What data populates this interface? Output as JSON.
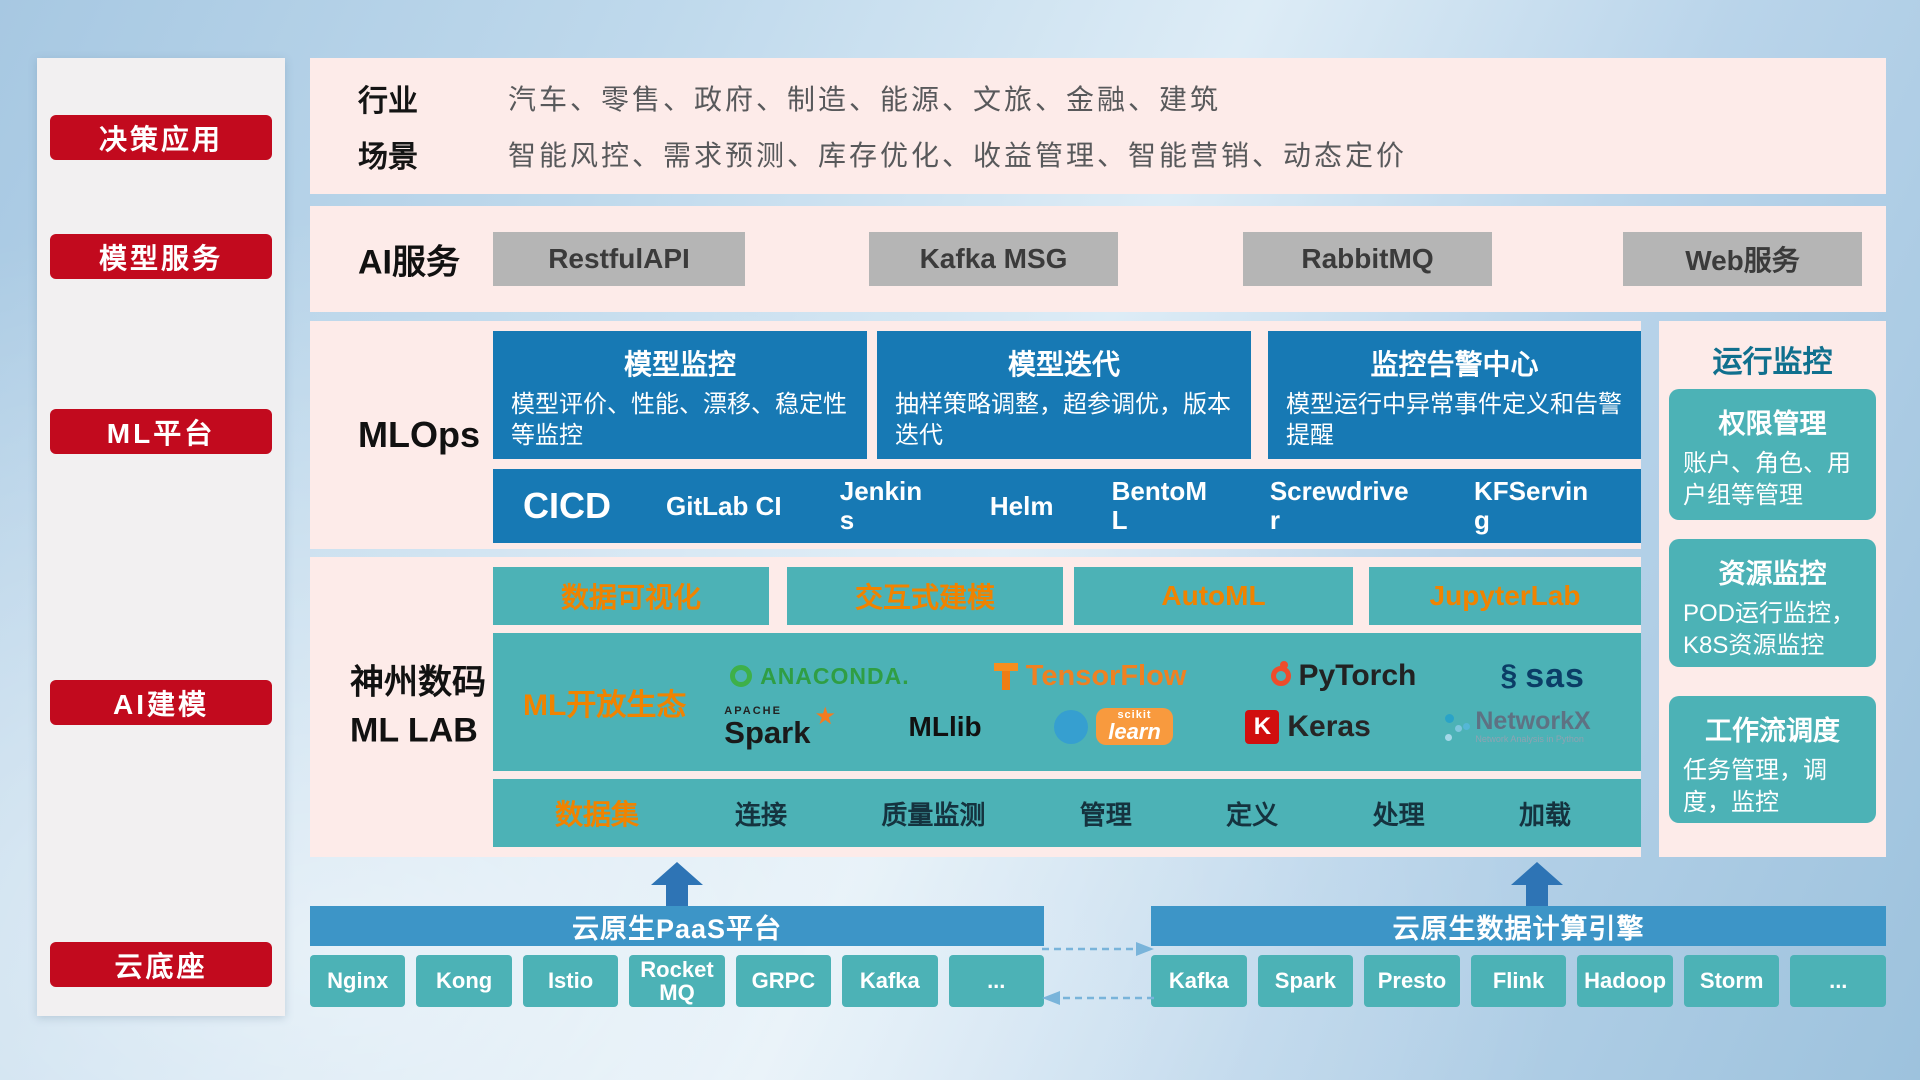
{
  "palette": {
    "red": "#c20a1e",
    "pink_panel": "#fdebe9",
    "blue_card": "#1779b4",
    "teal_card": "#4cb2b6",
    "orange_accent": "#f08300",
    "gray_button": "#b5b5b5",
    "bar_blue": "#3d95c7",
    "arrow_blue": "#2e74b5"
  },
  "icons": {
    "spark_star": "★",
    "sas_mark": "§"
  },
  "sidebar": {
    "items": [
      {
        "label": "决策应用"
      },
      {
        "label": "模型服务"
      },
      {
        "label": "ML平台"
      },
      {
        "label": "AI建模"
      },
      {
        "label": "云底座"
      }
    ]
  },
  "industry": {
    "rows": [
      {
        "label": "行业",
        "value": "汽车、零售、政府、制造、能源、文旅、金融、建筑"
      },
      {
        "label": "场景",
        "value": "智能风控、需求预测、库存优化、收益管理、智能营销、动态定价"
      }
    ]
  },
  "ai_service": {
    "label": "AI服务",
    "buttons": [
      "RestfulAPI",
      "Kafka MSG",
      "RabbitMQ",
      "Web服务"
    ]
  },
  "mlops": {
    "label": "MLOps",
    "cards": [
      {
        "title": "模型监控",
        "desc": "模型评价、性能、漂移、稳定性等监控"
      },
      {
        "title": "模型迭代",
        "desc": "抽样策略调整，超参调优，版本迭代"
      },
      {
        "title": "监控告警中心",
        "desc": "模型运行中异常事件定义和告警提醒"
      }
    ],
    "cicd_label": "CICD",
    "cicd_items": [
      "GitLab CI",
      "Jenkins",
      "Helm",
      "BentoML",
      "Screwdriver",
      "KFServing"
    ]
  },
  "mllab": {
    "label_line1": "神州数码",
    "label_line2": "ML LAB",
    "feature_buttons": [
      "数据可视化",
      "交互式建模",
      "AutoML",
      "JupyterLab"
    ],
    "ecosystem_label": "ML开放生态",
    "logos": {
      "anaconda": "ANACONDA.",
      "tensorflow": "TensorFlow",
      "pytorch": "PyTorch",
      "sas": "sas",
      "spark_small": "APACHE",
      "spark": "Spark",
      "mllib": "MLlib",
      "scikit_small": "scikit",
      "scikit": "learn",
      "keras_k": "K",
      "keras": "Keras",
      "networkx": "NetworkX",
      "networkx_sub": "Network Analysis in Python"
    },
    "dataset_label": "数据集",
    "dataset_items": [
      "连接",
      "质量监测",
      "管理",
      "定义",
      "处理",
      "加载"
    ]
  },
  "monitoring": {
    "title": "运行监控",
    "cards": [
      {
        "title": "权限管理",
        "desc": "账户、角色、用户组等管理"
      },
      {
        "title": "资源监控",
        "desc": "POD运行监控，K8S资源监控"
      },
      {
        "title": "工作流调度",
        "desc": "任务管理，调度，监控"
      }
    ]
  },
  "cloud": {
    "paas_title": "云原生PaaS平台",
    "paas_items": [
      "Nginx",
      "Kong",
      "Istio",
      "RocketMQ",
      "GRPC",
      "Kafka",
      "..."
    ],
    "engine_title": "云原生数据计算引擎",
    "engine_items": [
      "Kafka",
      "Spark",
      "Presto",
      "Flink",
      "Hadoop",
      "Storm",
      "..."
    ]
  }
}
